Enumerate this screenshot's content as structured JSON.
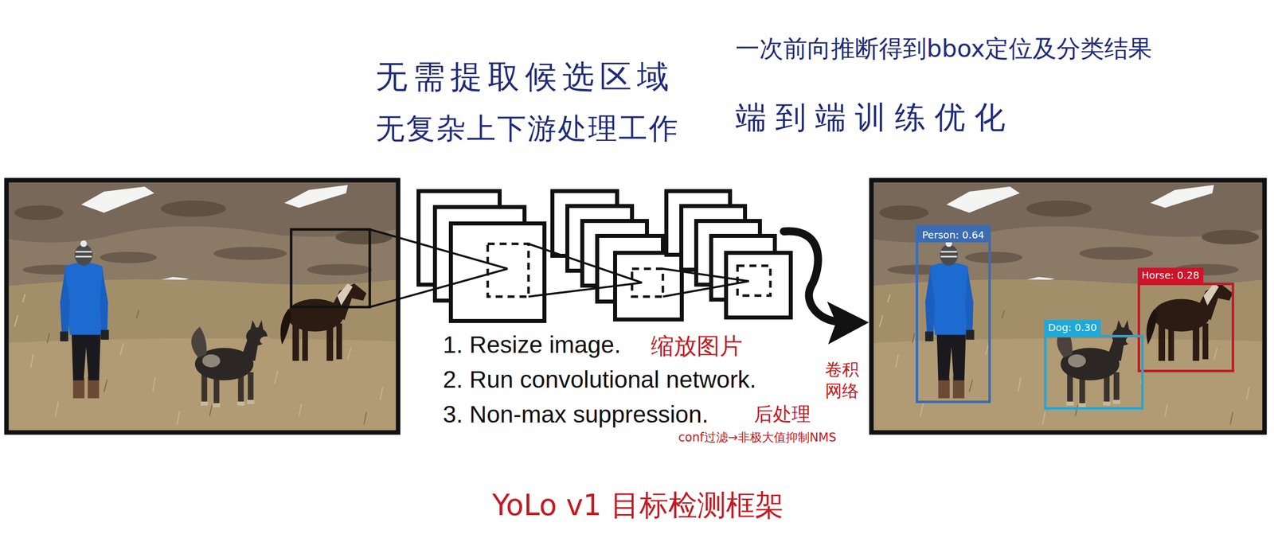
{
  "diagram": {
    "caption": "YoLo v1 目标检测框架",
    "nodes": [
      {
        "text": [
          "Person: 0.64"
        ]
      },
      {
        "text": [
          "Horse: 0.28"
        ]
      },
      {
        "text": [
          "Dog: 0.30"
        ]
      }
    ],
    "labels": [
      "无需提取候选区域",
      "无复杂上下游处理工作",
      "一次前向推断得到bbox定位及分类结果",
      "端到端训练优化",
      "1. Resize image.",
      "缩放图片",
      "2. Run convolutional network.",
      "卷积 网络",
      "3. Non-max suppression.",
      "后处理",
      "conf过滤→非极大值抑制NMS"
    ]
  }
}
